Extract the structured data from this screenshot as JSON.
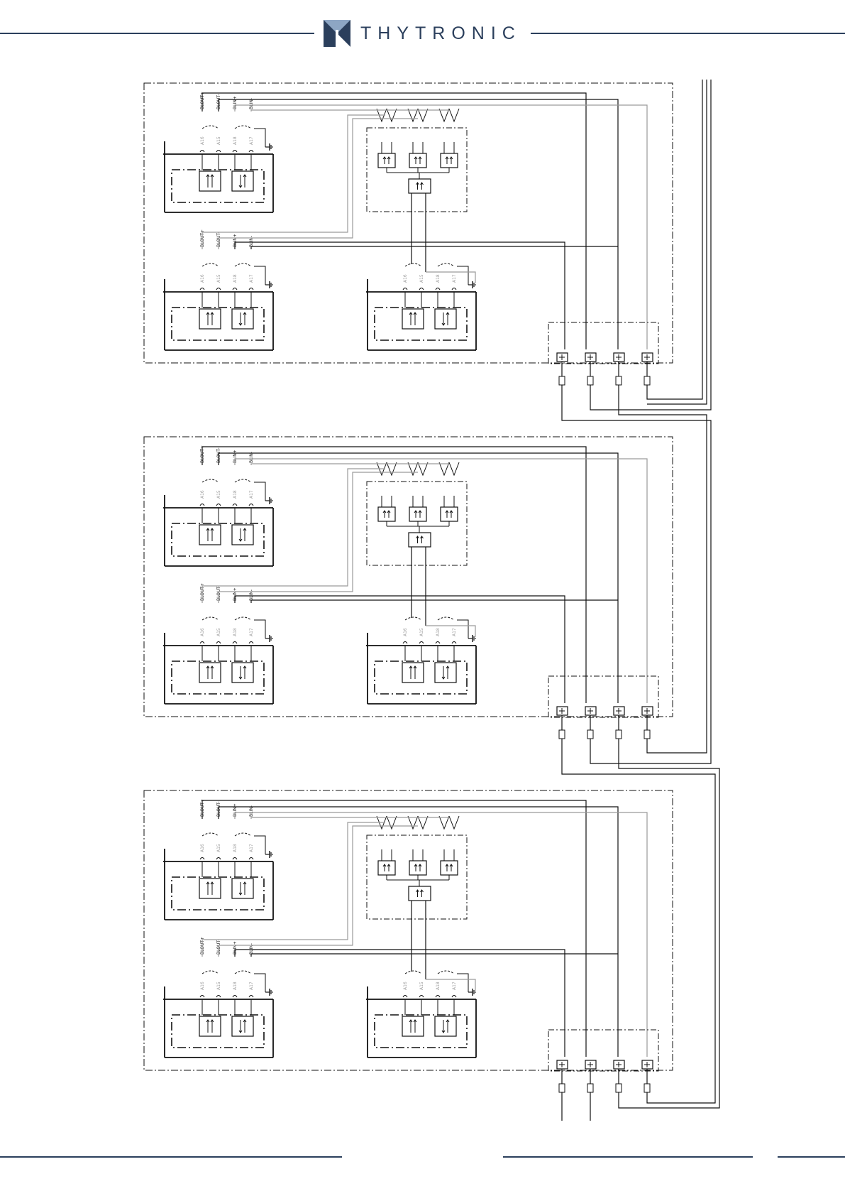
{
  "header": {
    "brand": "THYTRONIC",
    "logo_icon": "thytronic-logo-icon"
  },
  "colors": {
    "brand": "#2b3f5c",
    "accent": "#8da6c4",
    "line": "#111111",
    "grey": "#9a9a9a"
  },
  "diagram": {
    "panels": [
      {
        "name": "panel-1",
        "relays": [
          {
            "name": "relay-top-left",
            "signals": [
              "BLOUT+",
              "BLOUT-",
              "BLIN+",
              "BLIN-"
            ],
            "terminals": [
              "A16",
              "A15",
              "A18",
              "A17"
            ]
          },
          {
            "name": "relay-bottom-left",
            "signals": [
              "BLOUT+",
              "BLOUT-",
              "BLIN+",
              "BLIN-"
            ],
            "terminals": [
              "A16",
              "A15",
              "A18",
              "A17"
            ]
          },
          {
            "name": "relay-bottom-right",
            "signals": [],
            "terminals": [
              "A16",
              "A15",
              "A18",
              "A17"
            ]
          }
        ]
      },
      {
        "name": "panel-2",
        "relays": [
          {
            "name": "relay-top-left",
            "signals": [
              "BLOUT+",
              "BLOUT-",
              "BLIN+",
              "BLIN-"
            ],
            "terminals": [
              "A16",
              "A15",
              "A18",
              "A17"
            ]
          },
          {
            "name": "relay-bottom-left",
            "signals": [
              "BLOUT+",
              "BLOUT-",
              "BLIN+",
              "BLIN-"
            ],
            "terminals": [
              "A16",
              "A15",
              "A18",
              "A17"
            ]
          },
          {
            "name": "relay-bottom-right",
            "signals": [],
            "terminals": [
              "A16",
              "A15",
              "A18",
              "A17"
            ]
          }
        ]
      },
      {
        "name": "panel-3",
        "relays": [
          {
            "name": "relay-top-left",
            "signals": [
              "BLOUT+",
              "BLOUT-",
              "BLIN+",
              "BLIN-"
            ],
            "terminals": [
              "A16",
              "A15",
              "A18",
              "A17"
            ]
          },
          {
            "name": "relay-bottom-left",
            "signals": [
              "BLOUT+",
              "BLOUT-",
              "BLIN+",
              "BLIN-"
            ],
            "terminals": [
              "A16",
              "A15",
              "A18",
              "A17"
            ]
          },
          {
            "name": "relay-bottom-right",
            "signals": [],
            "terminals": [
              "A16",
              "A15",
              "A18",
              "A17"
            ]
          }
        ]
      }
    ]
  }
}
